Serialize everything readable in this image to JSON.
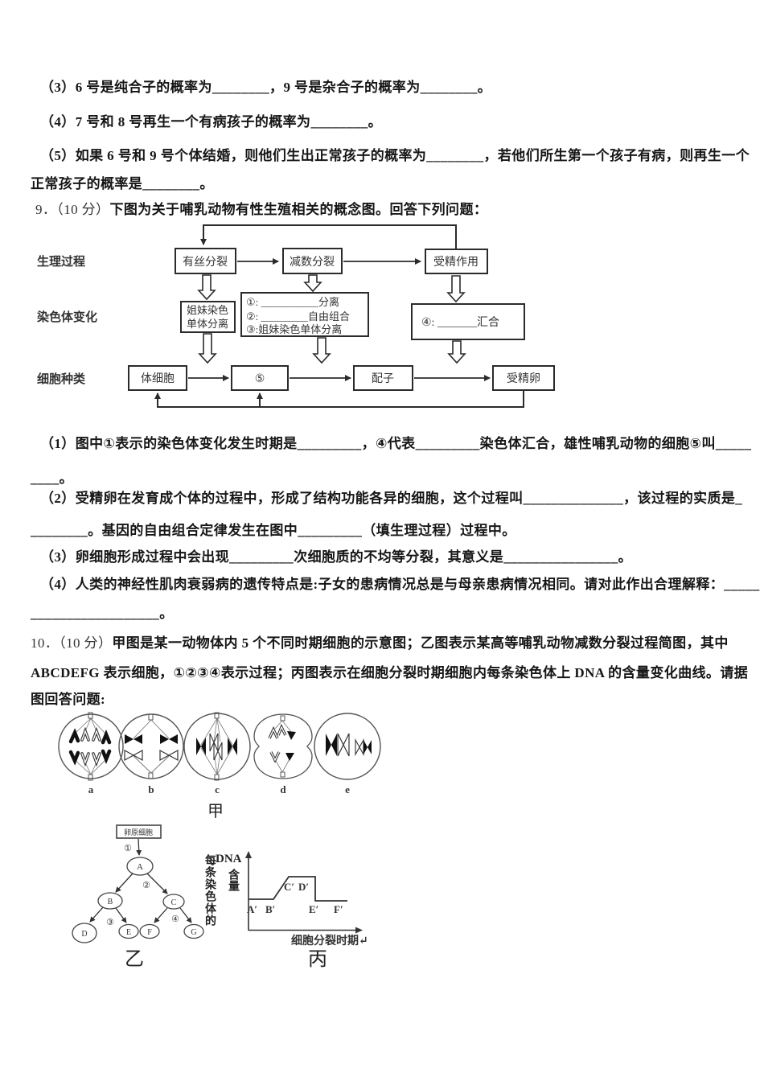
{
  "q8": {
    "line3": "（3）6 号是纯合子的概率为________，9 号是杂合子的概率为________。",
    "line4": "（4）7 号和 8 号再生一个有病孩子的概率为________。",
    "line5a": "（5）如果 6 号和 9 号个体结婚，则他们生出正常孩子的概率为________，若他们所生第一个孩子有病，则再生一个",
    "line5b": "正常孩子的概率是________。"
  },
  "q9": {
    "prefix": "9．（10 分）",
    "stem": "下图为关于哺乳动物有性生殖相关的概念图。回答下列问题：",
    "diagram": {
      "row_labels": [
        "生理过程",
        "染色体变化",
        "细胞种类"
      ],
      "top_boxes": [
        "有丝分裂",
        "减数分裂",
        "受精作用"
      ],
      "mid_left_line1": "姐妹染色",
      "mid_left_line2": "单体分离",
      "mid_center_line1": "①: ___________分离",
      "mid_center_line2": "②: _________自由组合",
      "mid_center_line3": "③:姐妹染色单体分离",
      "mid_right": "④: _______汇合",
      "bottom_boxes": [
        "体细胞",
        "⑤",
        "配子",
        "受精卵"
      ]
    },
    "sub1a": "（1）图中①表示的染色体变化发生时期是_________，④代表_________染色体汇合，雄性哺乳动物的细胞⑤叫_____",
    "sub1b": "____。",
    "sub2a": "（2）受精卵在发育成个体的过程中，形成了结构功能各异的细胞，这个过程叫______________，该过程的实质是_",
    "sub2b": "________。基因的自由组合定律发生在图中_________（填生理过程）过程中。",
    "sub3": "（3）卵细胞形成过程中会出现_________次细胞质的不均等分裂，其意义是________________。",
    "sub4a": "（4）人类的神经性肌肉衰弱病的遗传特点是:子女的患病情况总是与母亲患病情况相同。请对此作出合理解释：_____",
    "sub4b": "__________________。"
  },
  "q10": {
    "prefix": "10．（10 分）",
    "line1": "甲图是某一动物体内 5 个不同时期细胞的示意图；乙图表示某高等哺乳动物减数分裂过程简图，其中",
    "line2": "ABCDEFG 表示细胞，①②③④表示过程；丙图表示在细胞分裂时期细胞内每条染色体上 DNA 的含量变化曲线。请据",
    "line3": "图回答问题:",
    "jia": {
      "cell_labels": [
        "a",
        "b",
        "c",
        "d",
        "e"
      ],
      "caption": "甲"
    },
    "yi": {
      "root": "卵原细胞",
      "process_labels": [
        "①",
        "②",
        "③",
        "④"
      ],
      "nodes": [
        "A",
        "B",
        "C",
        "D",
        "E",
        "F",
        "G"
      ],
      "caption": "乙"
    },
    "bing": {
      "y_label_vertical": "每条染色体的",
      "y_label_dna": "DNA",
      "y_label_rest": "含量",
      "x_label": "细胞分裂时期↵",
      "point_labels": [
        "A′",
        "B′",
        "C′",
        "D′",
        "E′",
        "F′"
      ],
      "caption": "丙"
    }
  },
  "chart_data": {
    "type": "line",
    "title": "丙",
    "xlabel": "细胞分裂时期",
    "ylabel": "每条染色体的DNA含量",
    "x": [
      "A′",
      "B′",
      "C′",
      "D′",
      "E′",
      "F′"
    ],
    "values": [
      1,
      1,
      2,
      2,
      1,
      1
    ],
    "segments": [
      {
        "from": "A′",
        "to": "B′",
        "dna_per_chromosome": 1
      },
      {
        "from": "B′",
        "to": "C′",
        "dna_per_chromosome": "1→2 (rise)"
      },
      {
        "from": "C′",
        "to": "D′",
        "dna_per_chromosome": 2
      },
      {
        "from": "D′",
        "to": "E′",
        "dna_per_chromosome": "2→1 (drop)"
      },
      {
        "from": "E′",
        "to": "F′",
        "dna_per_chromosome": 1
      }
    ],
    "grid": false,
    "legend": "none"
  }
}
